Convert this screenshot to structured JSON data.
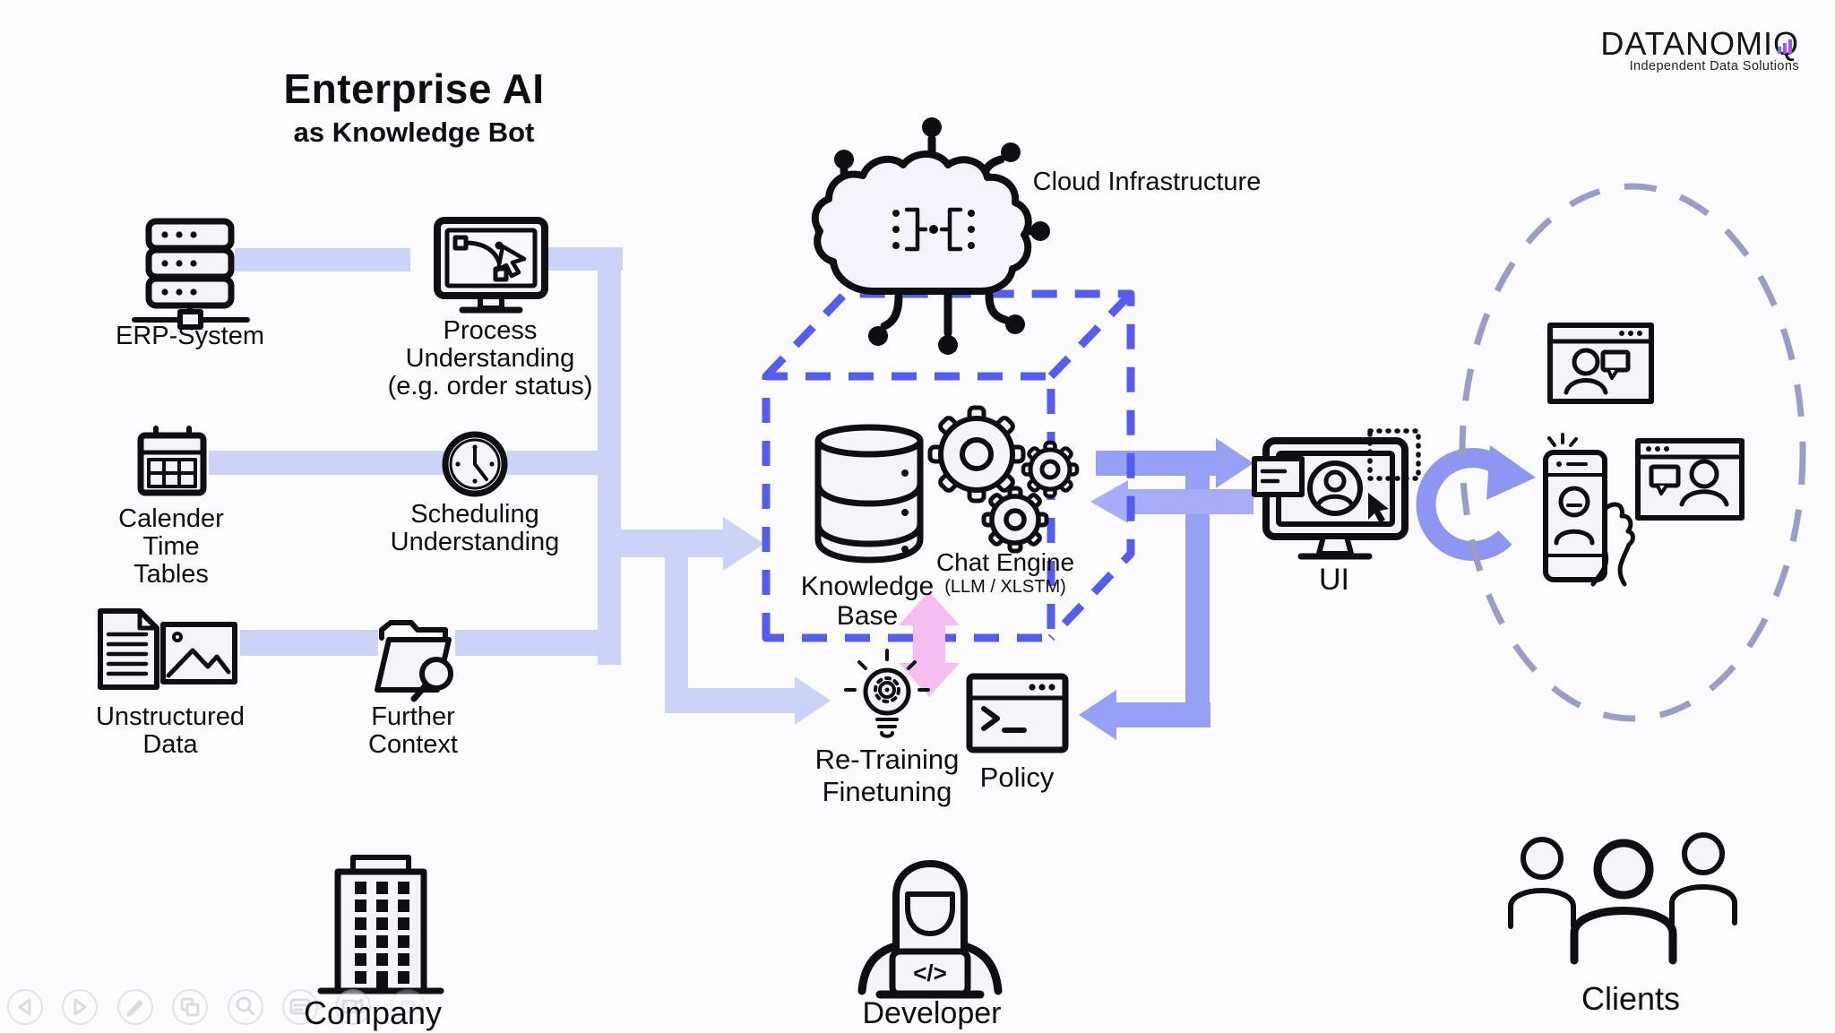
{
  "logo": {
    "name": "DATANOMIQ",
    "tagline": "Independent Data Solutions"
  },
  "title": {
    "main": "Enterprise AI",
    "subtitle": "as Knowledge Bot"
  },
  "labels": {
    "erp": "ERP-System",
    "process": [
      "Process",
      "Understanding",
      "(e.g. order status)"
    ],
    "calendar": [
      "Calender",
      "Time",
      "Tables"
    ],
    "scheduling": [
      "Scheduling",
      "Understanding"
    ],
    "unstructured": [
      "Unstructured",
      "Data"
    ],
    "further": [
      "Further",
      "Context"
    ],
    "cloud": "Cloud Infrastructure",
    "knowledge": [
      "Knowledge",
      "Base"
    ],
    "chat_engine": "Chat Engine",
    "chat_engine_sub": "(LLM / XLSTM)",
    "retraining": [
      "Re-Training",
      "Finetuning"
    ],
    "policy": "Policy",
    "ui": "UI",
    "company": "Company",
    "developer": "Developer",
    "clients": "Clients",
    "laptop_glyph": "</>"
  },
  "colors": {
    "band": "#cdd3f8",
    "strong_arrow": "#96a0f4",
    "pink_arrow": "#f5bef0",
    "cube_dash": "#565cee",
    "ellipse_dash": "#9b9dc9",
    "icon_fill": "#f4f4fb",
    "icon_stroke": "#0e0e13"
  },
  "toolbar": {
    "icons": [
      "previous-slide",
      "next-slide",
      "pen",
      "slide-sorter",
      "zoom",
      "notes",
      "camera",
      "more"
    ]
  }
}
